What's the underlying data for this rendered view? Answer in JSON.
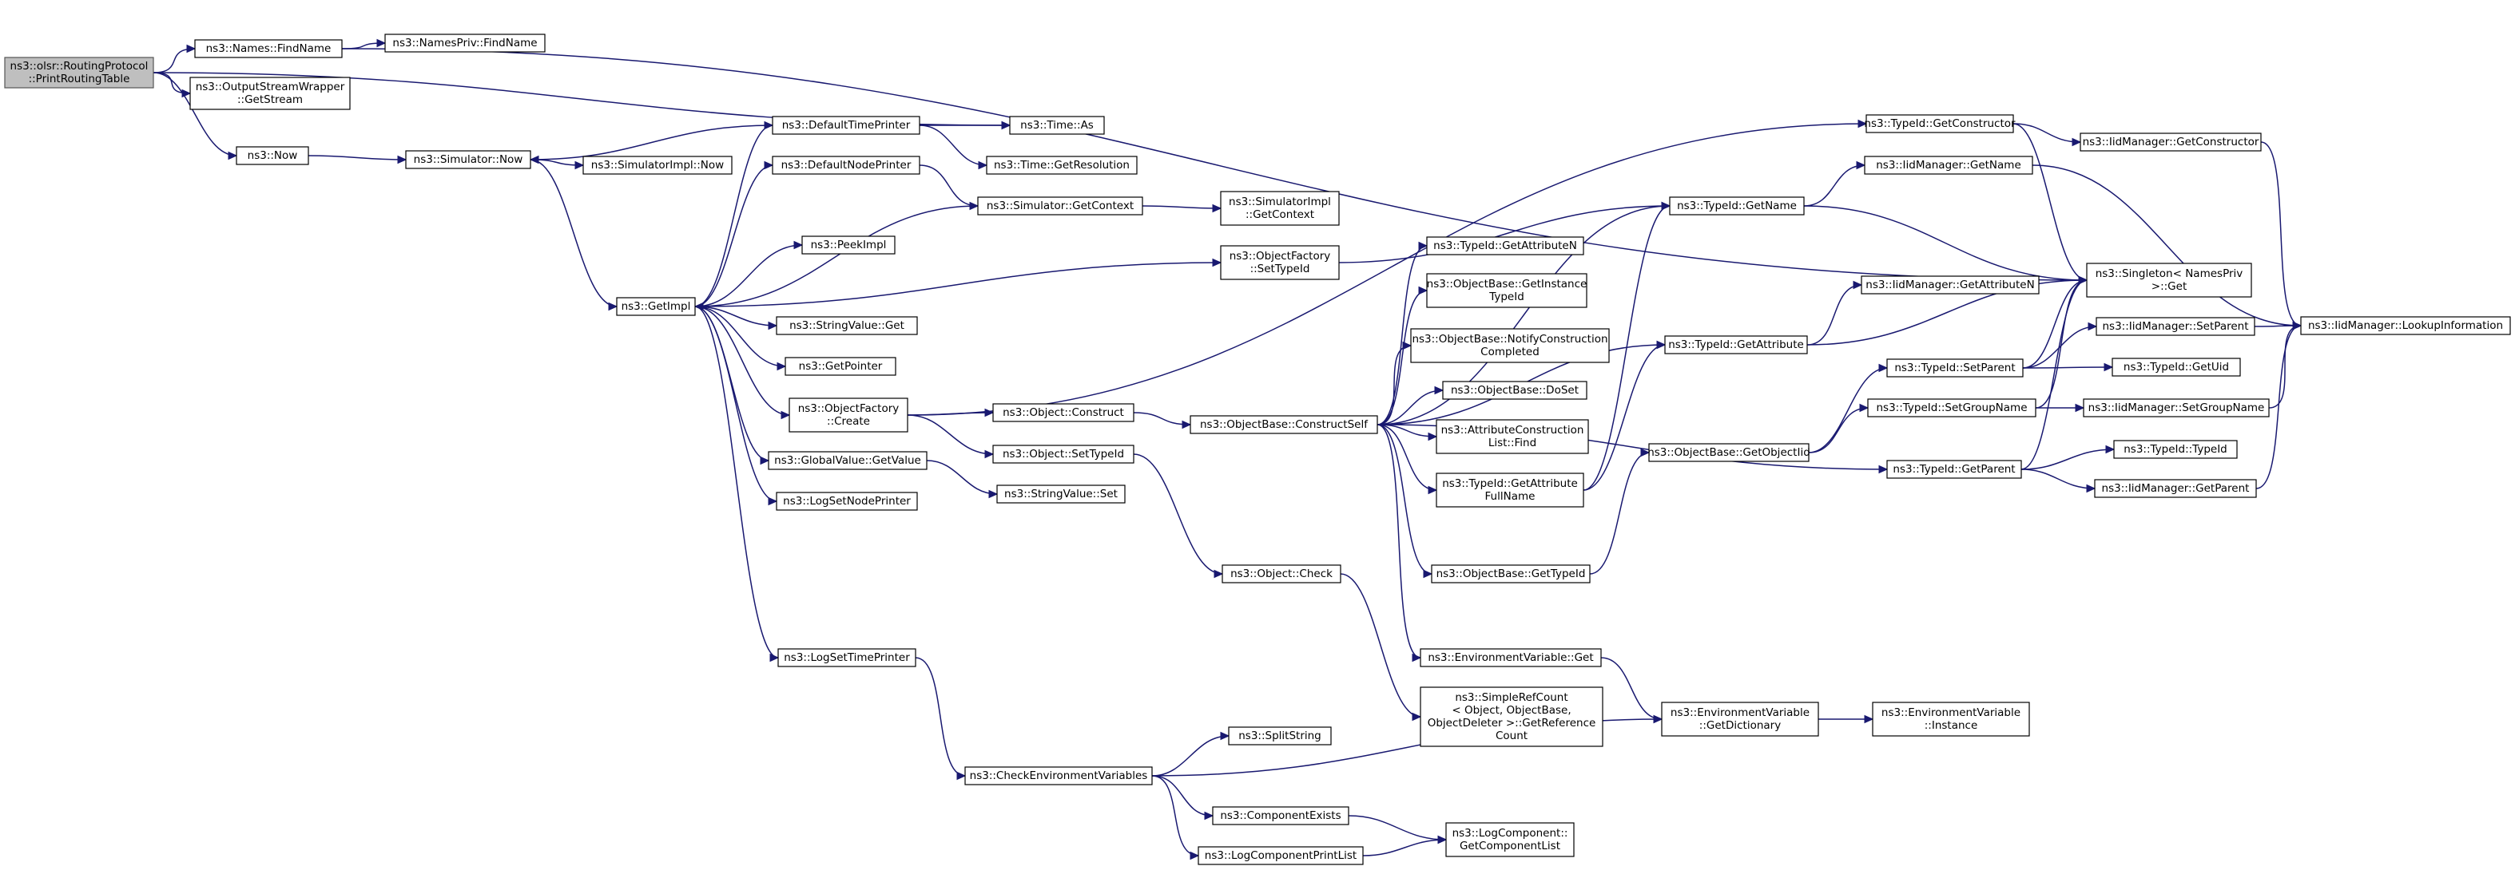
{
  "diagram": {
    "type": "call-graph",
    "colors": {
      "edge": "#191970",
      "root_fill": "#bfbfbf",
      "node_fill": "#ffffff",
      "border": "#000000"
    },
    "nodes": [
      {
        "id": "root",
        "lines": [
          "ns3::olsr::RoutingProtocol",
          "::PrintRoutingTable"
        ],
        "root": true
      },
      {
        "id": "names_findname",
        "lines": [
          "ns3::Names::FindName"
        ]
      },
      {
        "id": "namespriv_findname",
        "lines": [
          "ns3::NamesPriv::FindName"
        ]
      },
      {
        "id": "osw_getstream",
        "lines": [
          "ns3::OutputStreamWrapper",
          "::GetStream"
        ]
      },
      {
        "id": "ns3_now",
        "lines": [
          "ns3::Now"
        ]
      },
      {
        "id": "simulator_now",
        "lines": [
          "ns3::Simulator::Now"
        ]
      },
      {
        "id": "simulatorimpl_now",
        "lines": [
          "ns3::SimulatorImpl::Now"
        ]
      },
      {
        "id": "defaulttimeprinter",
        "lines": [
          "ns3::DefaultTimePrinter"
        ]
      },
      {
        "id": "time_as",
        "lines": [
          "ns3::Time::As"
        ]
      },
      {
        "id": "time_getresolution",
        "lines": [
          "ns3::Time::GetResolution"
        ]
      },
      {
        "id": "defaultnodeprinter",
        "lines": [
          "ns3::DefaultNodePrinter"
        ]
      },
      {
        "id": "simulator_getcontext",
        "lines": [
          "ns3::Simulator::GetContext"
        ]
      },
      {
        "id": "simulatorimpl_getcontext",
        "lines": [
          "ns3::SimulatorImpl",
          "::GetContext"
        ]
      },
      {
        "id": "peekimpl",
        "lines": [
          "ns3::PeekImpl"
        ]
      },
      {
        "id": "getimpl",
        "lines": [
          "ns3::GetImpl"
        ]
      },
      {
        "id": "objectfactory_settypeid",
        "lines": [
          "ns3::ObjectFactory",
          "::SetTypeId"
        ]
      },
      {
        "id": "stringvalue_get",
        "lines": [
          "ns3::StringValue::Get"
        ]
      },
      {
        "id": "getpointer",
        "lines": [
          "ns3::GetPointer"
        ]
      },
      {
        "id": "objectfactory_create",
        "lines": [
          "ns3::ObjectFactory",
          "::Create"
        ]
      },
      {
        "id": "object_construct",
        "lines": [
          "ns3::Object::Construct"
        ]
      },
      {
        "id": "globalvalue_getvalue",
        "lines": [
          "ns3::GlobalValue::GetValue"
        ]
      },
      {
        "id": "object_settypeid",
        "lines": [
          "ns3::Object::SetTypeId"
        ]
      },
      {
        "id": "logsetnodeprinter",
        "lines": [
          "ns3::LogSetNodePrinter"
        ]
      },
      {
        "id": "stringvalue_set",
        "lines": [
          "ns3::StringValue::Set"
        ]
      },
      {
        "id": "object_check",
        "lines": [
          "ns3::Object::Check"
        ]
      },
      {
        "id": "logsettimeprinter",
        "lines": [
          "ns3::LogSetTimePrinter"
        ]
      },
      {
        "id": "splitstring",
        "lines": [
          "ns3::SplitString"
        ]
      },
      {
        "id": "checkenvvars",
        "lines": [
          "ns3::CheckEnvironmentVariables"
        ]
      },
      {
        "id": "componentexists",
        "lines": [
          "ns3::ComponentExists"
        ]
      },
      {
        "id": "logcomponentprintlist",
        "lines": [
          "ns3::LogComponentPrintList"
        ]
      },
      {
        "id": "logcomponent_getcomponentlist",
        "lines": [
          "ns3::LogComponent::",
          "GetComponentList"
        ]
      },
      {
        "id": "objectbase_constructself",
        "lines": [
          "ns3::ObjectBase::ConstructSelf"
        ]
      },
      {
        "id": "typeid_getattributen",
        "lines": [
          "ns3::TypeId::GetAttributeN"
        ]
      },
      {
        "id": "objectbase_getinstancetypeid",
        "lines": [
          "ns3::ObjectBase::GetInstance",
          "TypeId"
        ]
      },
      {
        "id": "objectbase_notify",
        "lines": [
          "ns3::ObjectBase::NotifyConstruction",
          "Completed"
        ]
      },
      {
        "id": "objectbase_doset",
        "lines": [
          "ns3::ObjectBase::DoSet"
        ]
      },
      {
        "id": "attrconstructionlist_find",
        "lines": [
          "ns3::AttributeConstruction",
          "List::Find"
        ]
      },
      {
        "id": "typeid_getattributefullname",
        "lines": [
          "ns3::TypeId::GetAttribute",
          "FullName"
        ]
      },
      {
        "id": "objectbase_gettypeid",
        "lines": [
          "ns3::ObjectBase::GetTypeId"
        ]
      },
      {
        "id": "envvar_get",
        "lines": [
          "ns3::EnvironmentVariable::Get"
        ]
      },
      {
        "id": "simplerefcount",
        "lines": [
          "ns3::SimpleRefCount",
          "< Object, ObjectBase,",
          "ObjectDeleter >::GetReference",
          "Count"
        ]
      },
      {
        "id": "typeid_getconstructor",
        "lines": [
          "ns3::TypeId::GetConstructor"
        ]
      },
      {
        "id": "typeid_getname",
        "lines": [
          "ns3::TypeId::GetName"
        ]
      },
      {
        "id": "typeid_getattribute",
        "lines": [
          "ns3::TypeId::GetAttribute"
        ]
      },
      {
        "id": "objectbase_getobjectiid",
        "lines": [
          "ns3::ObjectBase::GetObjectIid"
        ]
      },
      {
        "id": "envvar_getdictionary",
        "lines": [
          "ns3::EnvironmentVariable",
          "::GetDictionary"
        ]
      },
      {
        "id": "envvar_instance",
        "lines": [
          "ns3::EnvironmentVariable",
          "::Instance"
        ]
      },
      {
        "id": "iidmanager_getname",
        "lines": [
          "ns3::IidManager::GetName"
        ]
      },
      {
        "id": "iidmanager_getattributen",
        "lines": [
          "ns3::IidManager::GetAttributeN"
        ]
      },
      {
        "id": "typeid_setparent",
        "lines": [
          "ns3::TypeId::SetParent"
        ]
      },
      {
        "id": "typeid_setgroupname",
        "lines": [
          "ns3::TypeId::SetGroupName"
        ]
      },
      {
        "id": "typeid_getparent",
        "lines": [
          "ns3::TypeId::GetParent"
        ]
      },
      {
        "id": "iidmanager_getconstructor",
        "lines": [
          "ns3::IidManager::GetConstructor"
        ]
      },
      {
        "id": "singleton_get",
        "lines": [
          "ns3::Singleton< NamesPriv",
          ">::Get"
        ]
      },
      {
        "id": "iidmanager_setparent",
        "lines": [
          "ns3::IidManager::SetParent"
        ]
      },
      {
        "id": "typeid_getuid",
        "lines": [
          "ns3::TypeId::GetUid"
        ]
      },
      {
        "id": "iidmanager_setgroupname",
        "lines": [
          "ns3::IidManager::SetGroupName"
        ]
      },
      {
        "id": "typeid_typeid",
        "lines": [
          "ns3::TypeId::TypeId"
        ]
      },
      {
        "id": "iidmanager_getparent",
        "lines": [
          "ns3::IidManager::GetParent"
        ]
      },
      {
        "id": "iidmanager_lookupinformation",
        "lines": [
          "ns3::IidManager::LookupInformation"
        ]
      }
    ],
    "edges": [
      [
        "root",
        "names_findname"
      ],
      [
        "root",
        "osw_getstream"
      ],
      [
        "root",
        "ns3_now"
      ],
      [
        "root",
        "time_as"
      ],
      [
        "names_findname",
        "namespriv_findname"
      ],
      [
        "names_findname",
        "singleton_get"
      ],
      [
        "ns3_now",
        "simulator_now"
      ],
      [
        "simulator_now",
        "simulatorimpl_now"
      ],
      [
        "simulator_now",
        "getimpl"
      ],
      [
        "defaulttimeprinter",
        "simulator_now"
      ],
      [
        "defaulttimeprinter",
        "time_as"
      ],
      [
        "defaulttimeprinter",
        "time_getresolution"
      ],
      [
        "defaultnodeprinter",
        "simulator_getcontext"
      ],
      [
        "simulator_getcontext",
        "simulatorimpl_getcontext"
      ],
      [
        "simulator_getcontext",
        "getimpl"
      ],
      [
        "getimpl",
        "defaulttimeprinter"
      ],
      [
        "getimpl",
        "defaultnodeprinter"
      ],
      [
        "getimpl",
        "peekimpl"
      ],
      [
        "getimpl",
        "objectfactory_settypeid"
      ],
      [
        "getimpl",
        "stringvalue_get"
      ],
      [
        "getimpl",
        "getpointer"
      ],
      [
        "getimpl",
        "objectfactory_create"
      ],
      [
        "getimpl",
        "globalvalue_getvalue"
      ],
      [
        "getimpl",
        "logsetnodeprinter"
      ],
      [
        "getimpl",
        "logsettimeprinter"
      ],
      [
        "objectfactory_settypeid",
        "typeid_getname"
      ],
      [
        "objectfactory_create",
        "typeid_getconstructor"
      ],
      [
        "objectfactory_create",
        "object_construct"
      ],
      [
        "objectfactory_create",
        "object_settypeid"
      ],
      [
        "object_construct",
        "objectbase_constructself"
      ],
      [
        "globalvalue_getvalue",
        "stringvalue_set"
      ],
      [
        "object_settypeid",
        "object_check"
      ],
      [
        "object_check",
        "simplerefcount"
      ],
      [
        "logsettimeprinter",
        "checkenvvars"
      ],
      [
        "checkenvvars",
        "splitstring"
      ],
      [
        "checkenvvars",
        "envvar_getdictionary"
      ],
      [
        "checkenvvars",
        "componentexists"
      ],
      [
        "checkenvvars",
        "logcomponentprintlist"
      ],
      [
        "componentexists",
        "logcomponent_getcomponentlist"
      ],
      [
        "logcomponentprintlist",
        "logcomponent_getcomponentlist"
      ],
      [
        "objectbase_constructself",
        "typeid_getname"
      ],
      [
        "objectbase_constructself",
        "typeid_getattributen"
      ],
      [
        "objectbase_constructself",
        "objectbase_getinstancetypeid"
      ],
      [
        "objectbase_constructself",
        "objectbase_notify"
      ],
      [
        "objectbase_constructself",
        "objectbase_doset"
      ],
      [
        "objectbase_constructself",
        "attrconstructionlist_find"
      ],
      [
        "objectbase_constructself",
        "typeid_getattributefullname"
      ],
      [
        "objectbase_constructself",
        "objectbase_gettypeid"
      ],
      [
        "objectbase_constructself",
        "envvar_get"
      ],
      [
        "objectbase_constructself",
        "typeid_getattribute"
      ],
      [
        "objectbase_constructself",
        "typeid_getparent"
      ],
      [
        "typeid_getattributefullname",
        "typeid_getname"
      ],
      [
        "typeid_getattributefullname",
        "typeid_getattribute"
      ],
      [
        "objectbase_gettypeid",
        "objectbase_getobjectiid"
      ],
      [
        "envvar_get",
        "envvar_getdictionary"
      ],
      [
        "envvar_getdictionary",
        "envvar_instance"
      ],
      [
        "typeid_getconstructor",
        "iidmanager_getconstructor"
      ],
      [
        "typeid_getconstructor",
        "singleton_get"
      ],
      [
        "typeid_getname",
        "iidmanager_getname"
      ],
      [
        "typeid_getname",
        "singleton_get"
      ],
      [
        "typeid_getattribute",
        "iidmanager_getattributen"
      ],
      [
        "typeid_getattribute",
        "singleton_get"
      ],
      [
        "objectbase_getobjectiid",
        "typeid_setparent"
      ],
      [
        "objectbase_getobjectiid",
        "typeid_setgroupname"
      ],
      [
        "typeid_setparent",
        "singleton_get"
      ],
      [
        "typeid_setparent",
        "iidmanager_setparent"
      ],
      [
        "typeid_setparent",
        "typeid_getuid"
      ],
      [
        "typeid_setgroupname",
        "singleton_get"
      ],
      [
        "typeid_setgroupname",
        "iidmanager_setgroupname"
      ],
      [
        "typeid_getparent",
        "singleton_get"
      ],
      [
        "typeid_getparent",
        "typeid_typeid"
      ],
      [
        "typeid_getparent",
        "iidmanager_getparent"
      ],
      [
        "iidmanager_getconstructor",
        "iidmanager_lookupinformation"
      ],
      [
        "iidmanager_getname",
        "iidmanager_lookupinformation"
      ],
      [
        "iidmanager_setparent",
        "iidmanager_lookupinformation"
      ],
      [
        "iidmanager_setgroupname",
        "iidmanager_lookupinformation"
      ],
      [
        "iidmanager_getparent",
        "iidmanager_lookupinformation"
      ]
    ]
  }
}
